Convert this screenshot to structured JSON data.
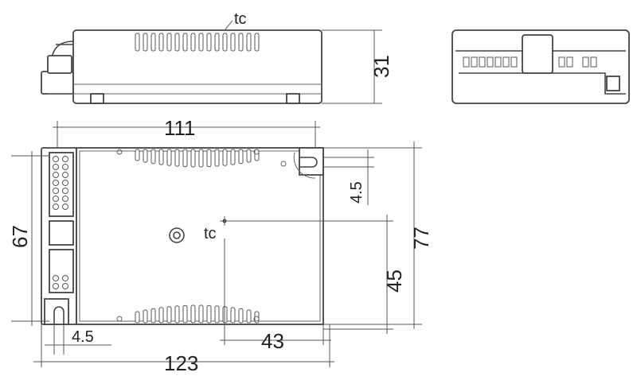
{
  "labels": {
    "top_tc": "tc",
    "plan_tc": "tc",
    "height_31": "31",
    "length_111": "111",
    "length_123": "123",
    "width_67": "67",
    "width_77": "77",
    "offset_45": "4.5",
    "offset_43": "43",
    "offset_45b": "45",
    "offset_45c": "4.5"
  }
}
